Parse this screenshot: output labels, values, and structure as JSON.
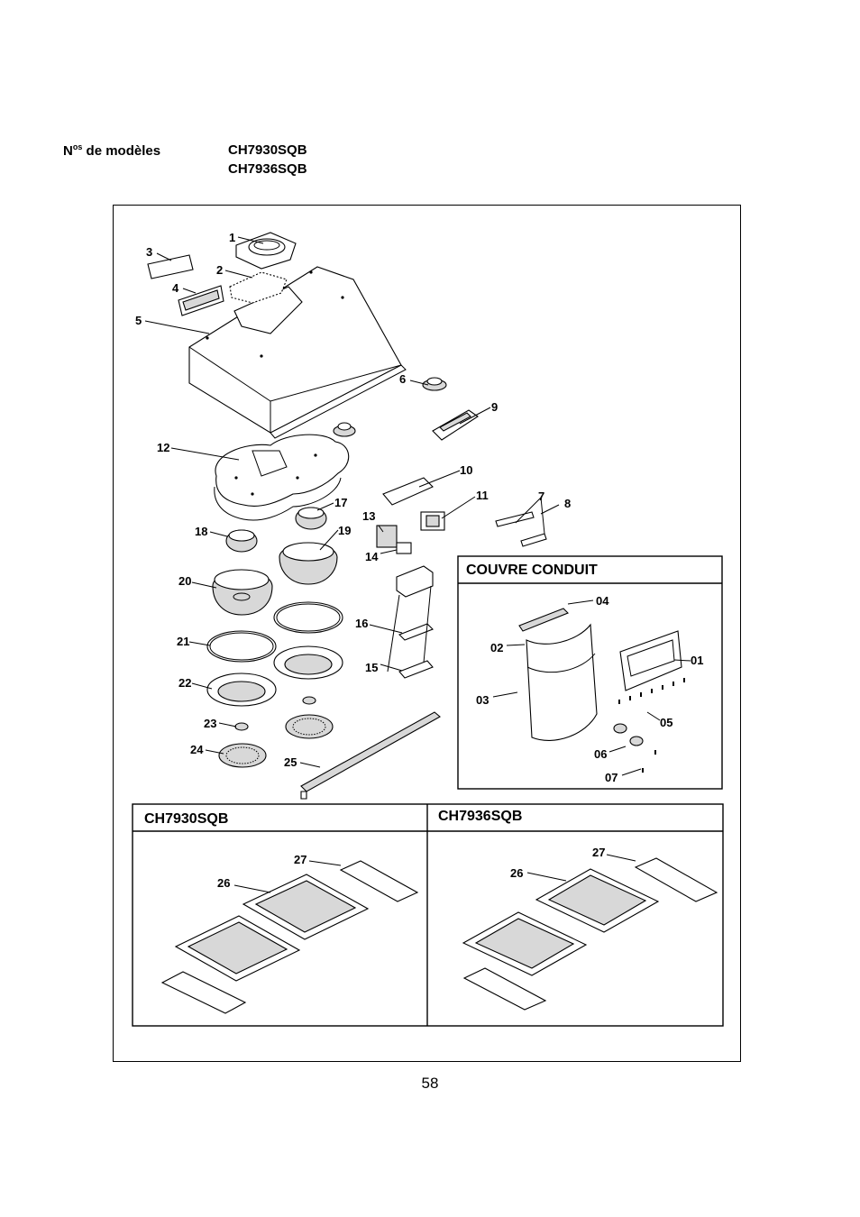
{
  "header": {
    "models_prefix": "N",
    "models_sup": "os",
    "models_suffix": " de modèles",
    "model_a": "CH7930SQB",
    "model_b": "CH7936SQB"
  },
  "duct_cover": {
    "title": "COUVRE CONDUIT",
    "labels": [
      "04",
      "02",
      "01",
      "03",
      "05",
      "06",
      "07"
    ]
  },
  "filter_panels": {
    "left_title": "CH7930SQB",
    "right_title": "CH7936SQB"
  },
  "part_labels": [
    "1",
    "2",
    "3",
    "4",
    "5",
    "6",
    "7",
    "8",
    "9",
    "10",
    "11",
    "12",
    "13",
    "14",
    "15",
    "16",
    "17",
    "18",
    "19",
    "20",
    "21",
    "22",
    "23",
    "24",
    "25",
    "26",
    "27"
  ],
  "page_number": "58"
}
